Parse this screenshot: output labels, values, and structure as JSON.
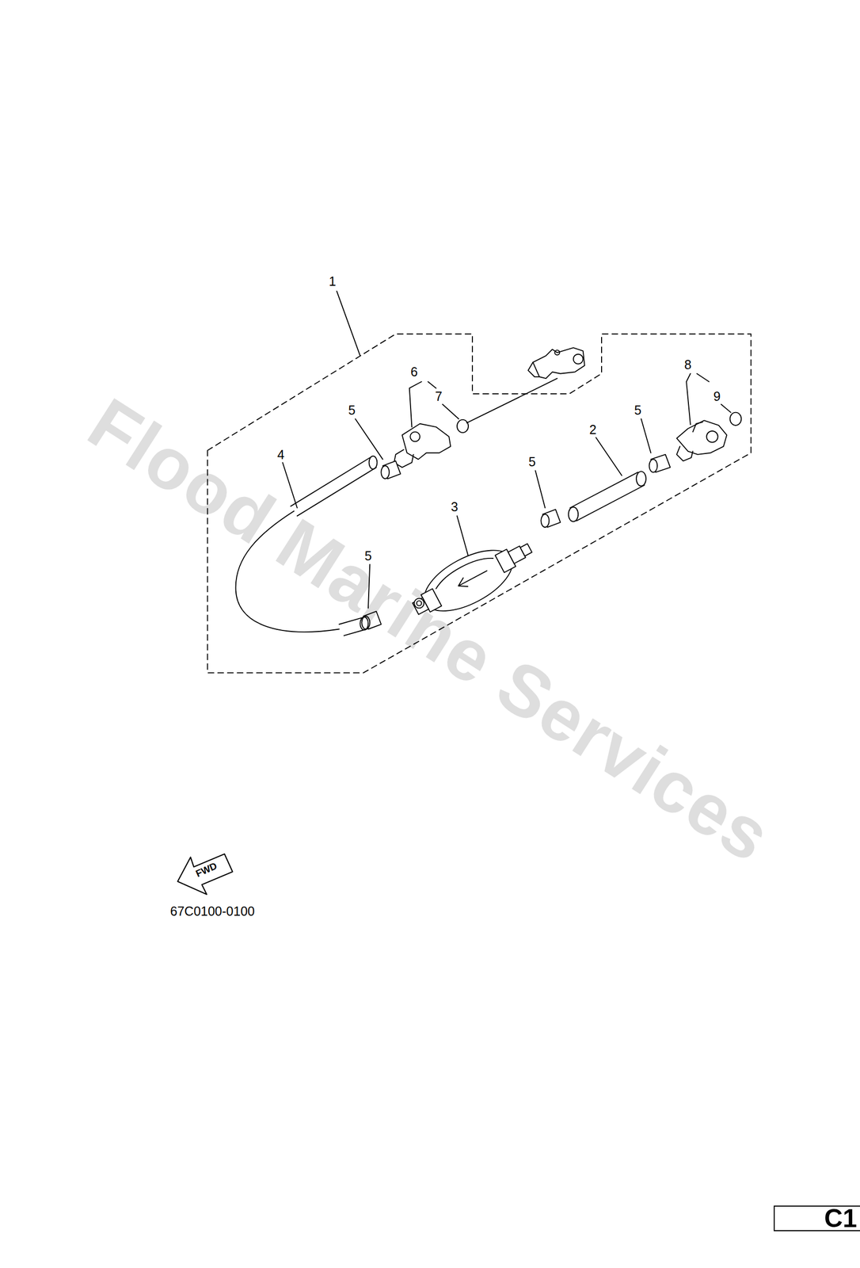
{
  "diagram": {
    "labels": [
      "1",
      "6",
      "7",
      "5",
      "8",
      "9",
      "2",
      "5",
      "4",
      "5",
      "3",
      "5",
      "Flood Marine Services",
      "FWD",
      "67C0100-0100",
      "C1"
    ]
  }
}
